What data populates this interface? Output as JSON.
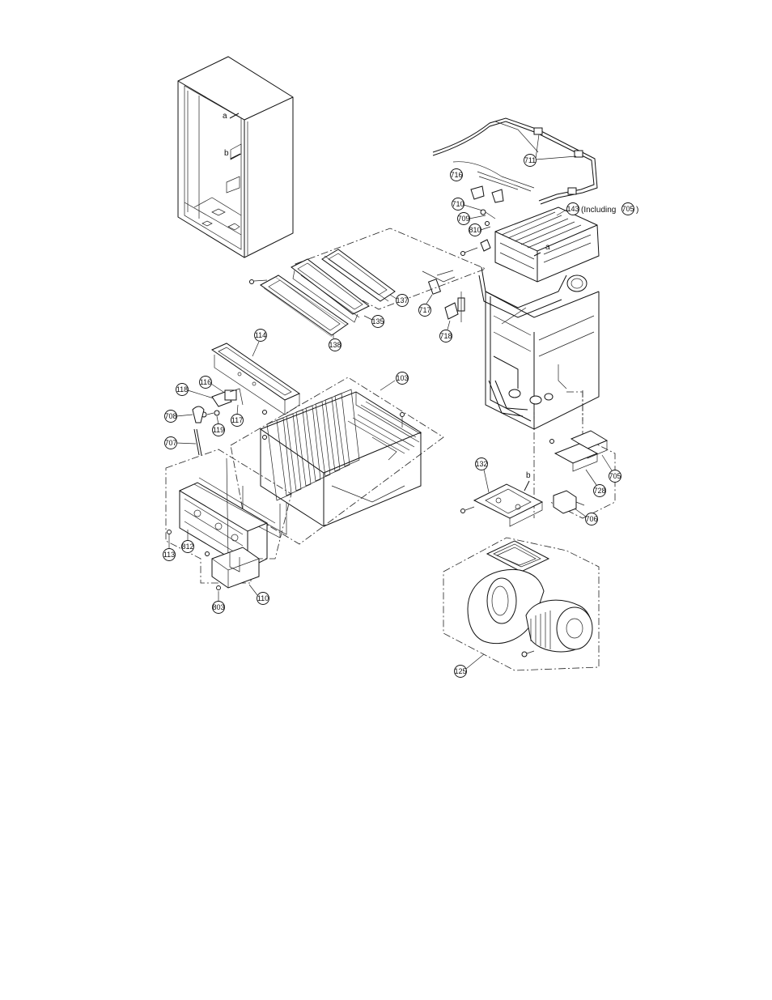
{
  "callouts": {
    "c711": "711",
    "c716": "716",
    "c710": "710",
    "c709": "709",
    "c810": "810",
    "c143": "143",
    "c143note_pre": "(Including",
    "c143note_num": "705",
    "c143note_post": ")",
    "c137": "137",
    "c135": "135",
    "c138": "138",
    "c717": "717",
    "c718": "718",
    "c114": "114",
    "c103": "103",
    "c116": "116",
    "c118": "118",
    "c708": "708",
    "c119": "119",
    "c117": "117",
    "c707": "707",
    "c132": "132",
    "c705": "705",
    "c728": "728",
    "c706": "706",
    "c113": "113",
    "c812": "812",
    "c803": "803",
    "c110": "110",
    "c125": "125"
  },
  "letters": {
    "a1": "a",
    "b1": "b",
    "a2": "a",
    "b2": "b"
  }
}
